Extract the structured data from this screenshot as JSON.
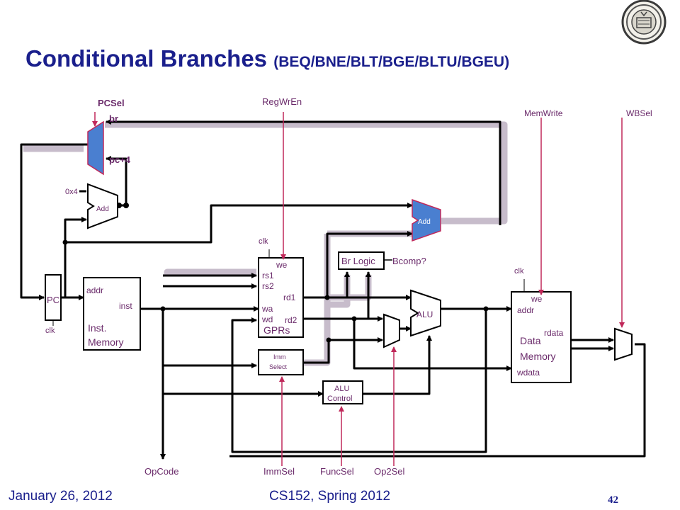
{
  "slide": {
    "title": "Conditional Branches",
    "title_sub": "(BEQ/BNE/BLT/BGE/BLTU/BGEU)",
    "footer_date": "January 26, 2012",
    "footer_course": "CS152, Spring 2012",
    "page_number": "42"
  },
  "colors": {
    "title": "#1a1f8c",
    "label": "#6a2a6a",
    "control": "#c0285a",
    "shadow": "#c7bccb",
    "mux_fill": "#4a7fd0"
  },
  "diagram": {
    "pc": "PC",
    "pc_clk": "clk",
    "pcsel": "PCSel",
    "br": "br",
    "pc4": "pc+4",
    "const4": "0x4",
    "add1": "Add",
    "add2": "Add",
    "imem_addr": "addr",
    "imem_inst": "inst",
    "imem_name1": "Inst.",
    "imem_name2": "Memory",
    "regwren": "RegWrEn",
    "gpr_clk": "clk",
    "gpr_we": "we",
    "gpr_rs1": "rs1",
    "gpr_rs2": "rs2",
    "gpr_wa": "wa",
    "gpr_wd": "wd",
    "gpr_rd1": "rd1",
    "gpr_rd2": "rd2",
    "gpr_name": "GPRs",
    "imm_line1": "Imm",
    "imm_line2": "Select",
    "brlogic": "Br Logic",
    "bcomp": "Bcomp?",
    "alu": "ALU",
    "aluc1": "ALU",
    "aluc2": "Control",
    "memwrite": "MemWrite",
    "wbsel": "WBSel",
    "dm_clk": "clk",
    "dm_we": "we",
    "dm_addr": "addr",
    "dm_rdata": "rdata",
    "dm_name1": "Data",
    "dm_name2": "Memory",
    "dm_wdata": "wdata",
    "opcode": "OpCode",
    "immsel": "ImmSel",
    "funcsel": "FuncSel",
    "op2sel": "Op2Sel"
  }
}
